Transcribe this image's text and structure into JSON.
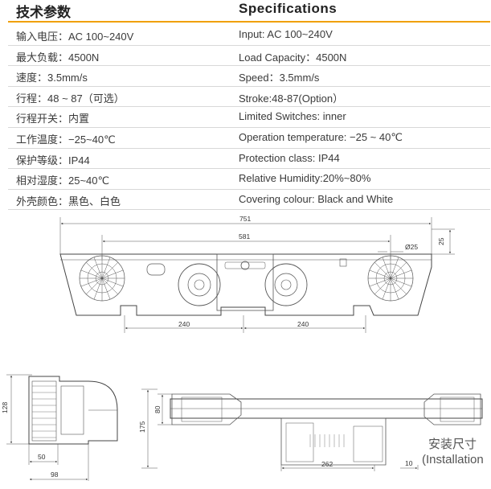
{
  "header": {
    "title_cn": "技术参数",
    "title_en": "Specifications"
  },
  "specs": [
    {
      "cn": "输入电压：AC  100~240V",
      "en": "Input: AC  100~240V"
    },
    {
      "cn": "最大负载：4500N",
      "en": "Load Capacity：4500N"
    },
    {
      "cn": "速度：3.5mm/s",
      "en": "Speed：3.5mm/s"
    },
    {
      "cn": "行程：48 ~ 87（可选）",
      "en": "Stroke:48-87(Option）"
    },
    {
      "cn": "行程开关：内置",
      "en": "Limited Switches: inner"
    },
    {
      "cn": "工作温度：−25~40℃",
      "en": "Operation temperature: −25 ~ 40℃"
    },
    {
      "cn": "保护等级：IP44",
      "en": "Protection class: IP44"
    },
    {
      "cn": "相对湿度：25~40℃",
      "en": "Relative Humidity:20%~80%"
    },
    {
      "cn": "外壳颜色：黑色、白色",
      "en": "Covering colour: Black and White"
    }
  ],
  "dimensions": {
    "overall_length": "751",
    "hole_spacing": "581",
    "hole_diameter": "Ø25",
    "mount_height": "25",
    "left_offset": "240",
    "right_offset": "240",
    "side_height": "128",
    "side_base": "50",
    "side_width": "98",
    "front_height": "175",
    "front_inner_height": "80",
    "front_offset": "262",
    "front_edge": "10"
  },
  "caption": {
    "cn": "安装尺寸",
    "en": "(Installation"
  },
  "colors": {
    "accent": "#f0a000",
    "line": "#555555"
  }
}
